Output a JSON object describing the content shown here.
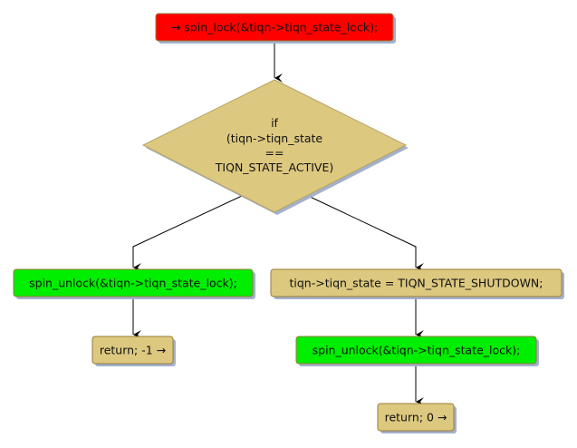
{
  "diagram": {
    "type": "flowchart",
    "colors": {
      "start": "#ff0000",
      "unlock": "#00ee00",
      "default": "#dcc87f",
      "border": "#9a7c3a",
      "shadow": "#a3b1cc",
      "edge": "#000000"
    },
    "nodes": {
      "start": {
        "label": "→ spin_lock(&tiqn->tiqn_state_lock);"
      },
      "decision": {
        "lines": [
          "if",
          "(tiqn->tiqn_state",
          "==",
          "TIQN_STATE_ACTIVE)"
        ]
      },
      "unlock_left": {
        "label": "spin_unlock(&tiqn->tiqn_state_lock);"
      },
      "return_left": {
        "label": "return; -1 →"
      },
      "set_state": {
        "label": "tiqn->tiqn_state = TIQN_STATE_SHUTDOWN;"
      },
      "unlock_right": {
        "label": "spin_unlock(&tiqn->tiqn_state_lock);"
      },
      "return_right": {
        "label": "return; 0 →"
      }
    },
    "edges": [
      {
        "from": "start",
        "to": "decision"
      },
      {
        "from": "decision",
        "to": "unlock_left"
      },
      {
        "from": "decision",
        "to": "set_state"
      },
      {
        "from": "unlock_left",
        "to": "return_left"
      },
      {
        "from": "set_state",
        "to": "unlock_right"
      },
      {
        "from": "unlock_right",
        "to": "return_right"
      }
    ]
  }
}
